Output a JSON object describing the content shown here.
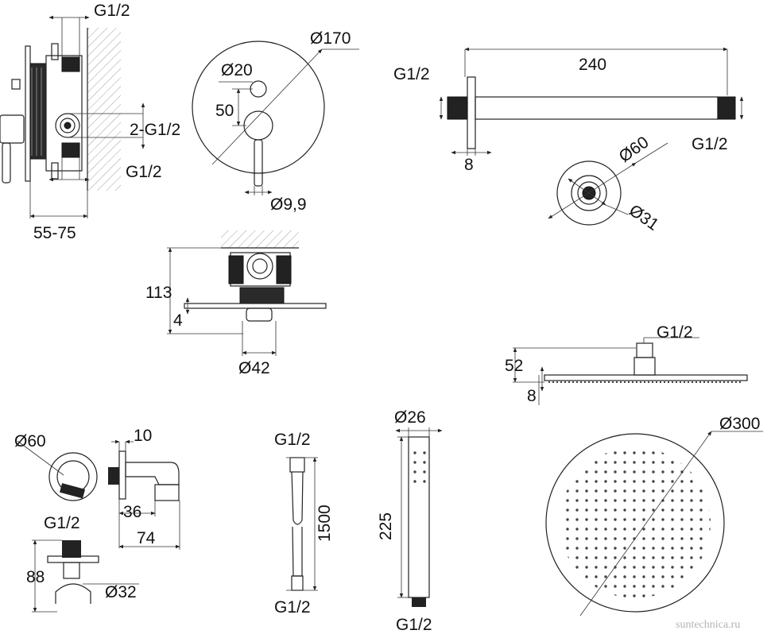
{
  "labels": {
    "mixer_side_inlet_top": "G1/2",
    "mixer_side_inlet_bottom": "G1/2",
    "mixer_side_outlets": "2-G1/2",
    "mixer_side_depth": "55-75",
    "plate_diameter": "Ø170",
    "plate_small_hole": "Ø20",
    "plate_offset": "50",
    "plate_lever": "Ø9,9",
    "arm_length": "240",
    "arm_left_thread": "G1/2",
    "arm_right_thread": "G1/2",
    "arm_flange": "8",
    "arm_flange_diameter": "Ø60",
    "arm_inner_diameter": "Ø31",
    "body_height": "113",
    "body_plate": "4",
    "body_knob": "Ø42",
    "head_thread": "G1/2",
    "head_height": "52",
    "head_thickness": "8",
    "head_diameter": "Ø300",
    "elbow_diameter": "Ø60",
    "elbow_thread": "G1/2",
    "holder_offset": "10",
    "holder_inner": "36",
    "holder_length": "74",
    "holder_height": "88",
    "holder_diameter": "Ø32",
    "hose_top_thread": "G1/2",
    "hose_bottom_thread": "G1/2",
    "hose_length": "1500",
    "hand_diameter": "Ø26",
    "hand_length": "225",
    "hand_thread": "G1/2",
    "watermark": "suntechnica.ru"
  },
  "icons": [
    "dimension-arrow",
    "wall-hatch",
    "shower-nozzle-dots"
  ]
}
